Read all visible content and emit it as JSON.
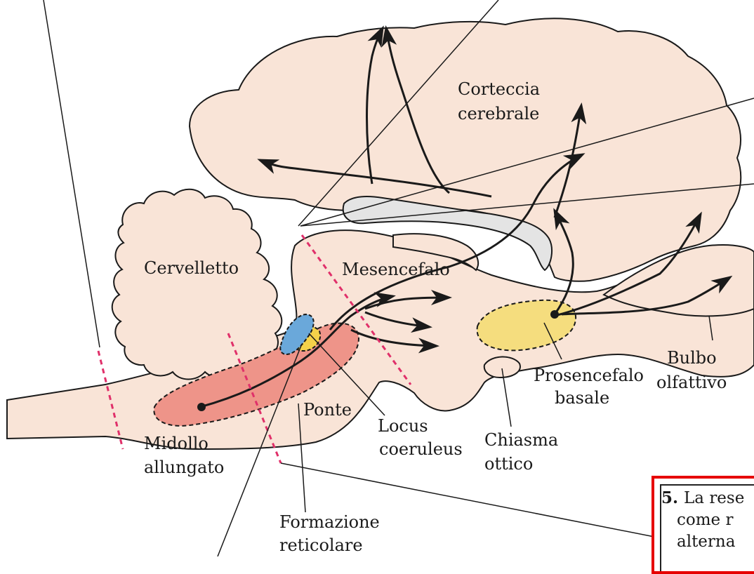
{
  "colors": {
    "brain_fill": "#f9e4d7",
    "outline": "#1a1a1a",
    "reticular": "#ee9489",
    "locus": "#6aa8da",
    "locus_edge": "#f4d24a",
    "basal": "#f5dd7e",
    "ventricle": "#e4e4e4",
    "dash": "#e0306a",
    "note_border": "#e60000"
  },
  "labels": {
    "corteccia_1": "Corteccia",
    "corteccia_2": "cerebrale",
    "cervelletto": "Cervelletto",
    "mesencefalo": "Mesencefalo",
    "prosencefalo_1": "Prosencefalo",
    "prosencefalo_2": "basale",
    "bulbo_1": "Bulbo",
    "bulbo_2": "olfattivo",
    "ponte": "Ponte",
    "locus_1": "Locus",
    "locus_2": "coeruleus",
    "chiasma_1": "Chiasma",
    "chiasma_2": "ottico",
    "midollo_1": "Midollo",
    "midollo_2": "allungato",
    "formazione_1": "Formazione",
    "formazione_2": "reticolare"
  },
  "note": {
    "number": "5.",
    "line1": "La rese",
    "line2": "come r",
    "line3": "alterna"
  }
}
